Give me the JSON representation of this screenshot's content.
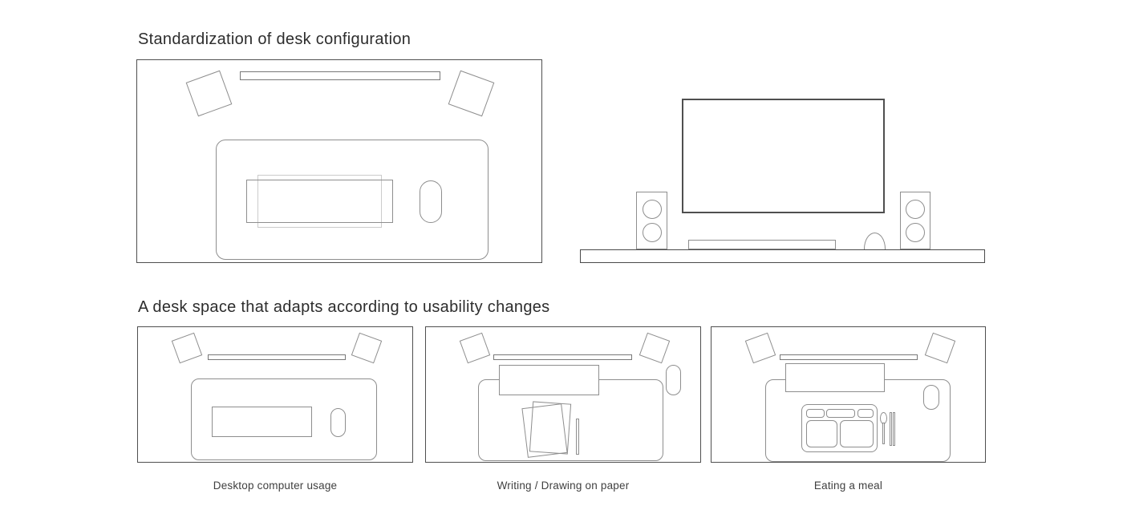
{
  "sections": {
    "standardization": {
      "title": "Standardization of desk configuration",
      "views": {
        "top_view_elements": [
          "left-speaker",
          "monitor",
          "right-speaker",
          "desk-mat",
          "keyboard-ghost",
          "keyboard",
          "mouse"
        ],
        "side_view_elements": [
          "monitor",
          "left-speaker",
          "right-speaker",
          "keyboard",
          "mouse",
          "desk-surface"
        ]
      }
    },
    "adaptive": {
      "title": "A desk space that adapts according to usability changes",
      "captions": {
        "desktop": "Desktop computer usage",
        "writing": "Writing / Drawing on paper",
        "eating": "Eating a meal"
      },
      "scenes": {
        "desktop_elements": [
          "left-speaker",
          "monitor",
          "right-speaker",
          "desk-mat",
          "keyboard",
          "mouse"
        ],
        "writing_elements": [
          "left-speaker",
          "monitor",
          "right-speaker",
          "keyboard-pushed-up",
          "mouse-set-aside",
          "desk-mat",
          "paper-sheets",
          "pen"
        ],
        "eating_elements": [
          "left-speaker",
          "monitor",
          "right-speaker",
          "keyboard-pushed-up",
          "mouse",
          "desk-mat",
          "food-tray",
          "spoon",
          "chopsticks"
        ]
      }
    }
  },
  "colors": {
    "background": "#ffffff",
    "outline_dark": "#4a4a4a",
    "outline_frame": "#4f4f4f",
    "outline_mid": "#8e8e8e",
    "outline_bar": "#787878",
    "outline_ghost": "#cbcbcb",
    "title_text": "#2d2d2d",
    "caption_text": "#3f3f3f"
  }
}
